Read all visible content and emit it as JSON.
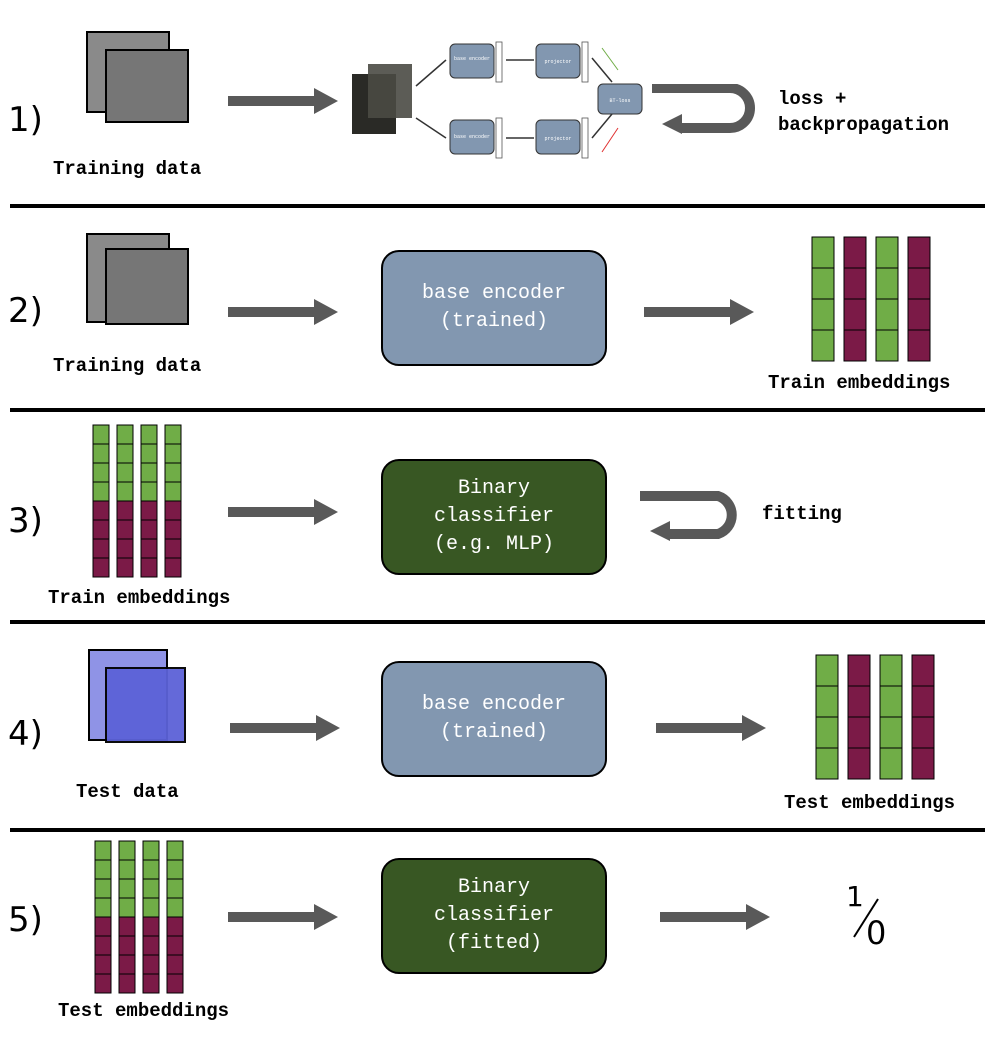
{
  "colors": {
    "encoder_fill": "#8297b0",
    "classifier_fill": "#385723",
    "embed_green": "#70ad47",
    "embed_purple": "#7b1a47",
    "arrow": "#595959",
    "train_data_fill": "#808080",
    "train_data_front": "#767676",
    "test_data_back": "#8f93e6",
    "test_data_front": "#5c62d8"
  },
  "row1": {
    "step": "1)",
    "data_label": "Training data",
    "loss_line1": "loss +",
    "loss_line2": "backpropagation",
    "mini": {
      "base_encoder_1": "base encoder",
      "base_encoder_2": "base encoder",
      "projector_1": "projector",
      "projector_2": "projector",
      "loss": "BT-loss"
    }
  },
  "row2": {
    "step": "2)",
    "data_label": "Training data",
    "box_line1": "base encoder",
    "box_line2": "(trained)",
    "emb_label": "Train embeddings"
  },
  "row3": {
    "step": "3)",
    "emb_label": "Train embeddings",
    "box_line1": "Binary",
    "box_line2": "classifier",
    "box_line3": "(e.g. MLP)",
    "fit_label": "fitting"
  },
  "row4": {
    "step": "4)",
    "data_label": "Test data",
    "box_line1": "base encoder",
    "box_line2": "(trained)",
    "emb_label": "Test embeddings"
  },
  "row5": {
    "step": "5)",
    "emb_label": "Test embeddings",
    "box_line1": "Binary",
    "box_line2": "classifier",
    "box_line3": "(fitted)",
    "out_num": "1",
    "out_den": "0"
  }
}
